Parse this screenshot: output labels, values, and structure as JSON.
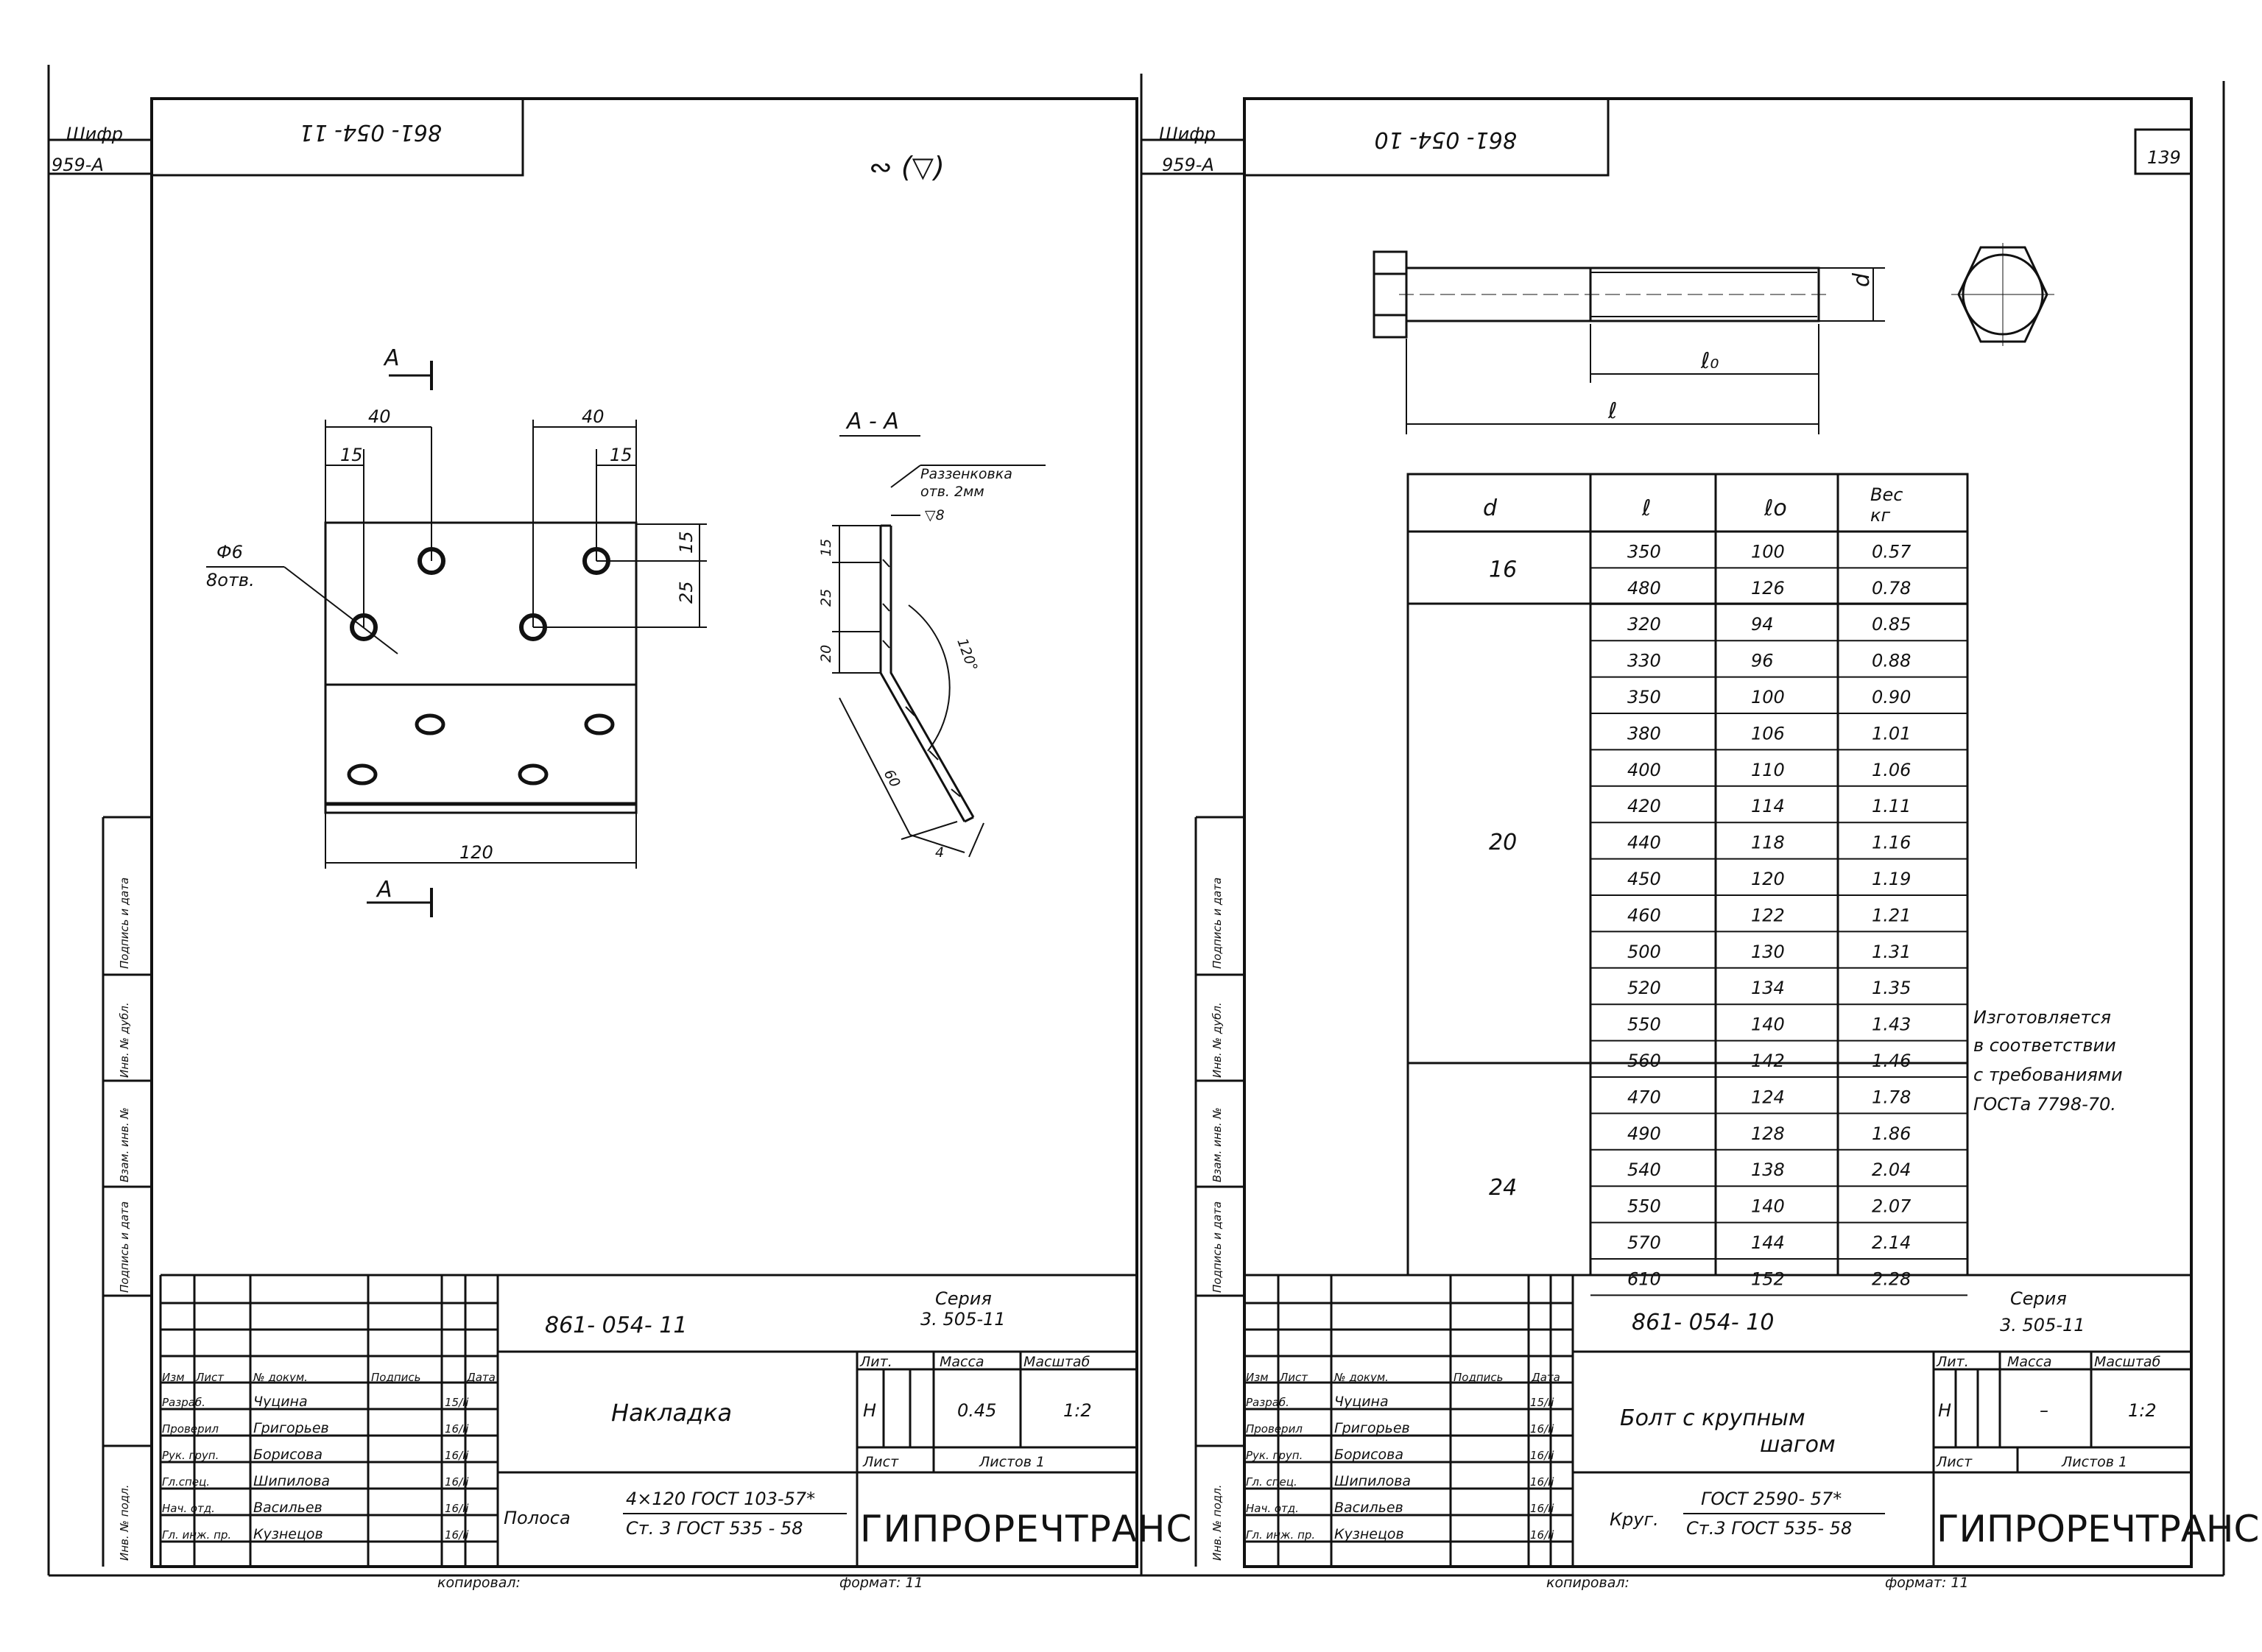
{
  "left_sheet": {
    "shifr_label": "Шифр",
    "shifr_code": "959-А",
    "drawing_number_rotated": "861- 054- 11",
    "surface_symbol": "∾  (▽)",
    "section_marker": "А",
    "section_title": "А - А",
    "countersink_note": "Раззенковка",
    "countersink_note2": "отв. 2мм",
    "hole_label": "Ф6",
    "hole_count": "8отв.",
    "dims": {
      "d40a": "40",
      "d40b": "40",
      "d15a": "15",
      "d15b": "15",
      "d15v": "15",
      "d25v": "25",
      "d120": "120",
      "s15": "15",
      "s25": "25",
      "s20": "20",
      "s60": "60",
      "s4": "4",
      "angle": "120°",
      "rough": "▽8"
    },
    "title_block": {
      "drawing_number": "861- 054- 11",
      "series_label": "Серия",
      "series_value": "3. 505-11",
      "name": "Накладка",
      "headers": [
        "Изм",
        "Лист",
        "№ докум.",
        "Подпись",
        "Дата"
      ],
      "rows": [
        {
          "role": "Разраб.",
          "name": "Чуцина",
          "date": "15/ii"
        },
        {
          "role": "Проверил",
          "name": "Григорьев",
          "date": "16/ii"
        },
        {
          "role": "Рук. груп.",
          "name": "Борисова",
          "date": "16/ii"
        },
        {
          "role": "Гл.спец.",
          "name": "Шипилова",
          "date": "16/ii"
        },
        {
          "role": "Нач. отд.",
          "name": "Васильев",
          "date": "16/ii"
        },
        {
          "role": "Гл. инж. пр.",
          "name": "Кузнецов",
          "date": "16/ii"
        }
      ],
      "lit_label": "Лит.",
      "lit_value": "Н",
      "mass_label": "Масса",
      "mass_value": "0.45",
      "scale_label": "Масштаб",
      "scale_value": "1:2",
      "sheet_label": "Лист",
      "sheets_label": "Листов 1",
      "material_prefix": "Полоса",
      "material_top": "4×120  ГОСТ 103-57*",
      "material_bottom": "Ст. 3  ГОСТ 535 - 58",
      "organization": "ГИПРОРЕЧТРАНС",
      "copied_label": "копировал:",
      "format_label": "формат: 11"
    },
    "side_stamps": [
      "Подпись и дата",
      "Инв. № дубл.",
      "Взам. инв. №",
      "Подпись и дата",
      "Инв. № подл."
    ]
  },
  "right_sheet": {
    "shifr_label": "Шифр",
    "shifr_code": "959-А",
    "drawing_number_rotated": "861- 054- 10",
    "page_number": "139",
    "bolt_labels": {
      "d": "d",
      "l0": "ℓ₀",
      "l": "ℓ"
    },
    "table": {
      "headers": [
        "d",
        "ℓ",
        "ℓо",
        "Вес кг"
      ],
      "groups": [
        {
          "d": "16",
          "rows": [
            [
              "350",
              "100",
              "0.57"
            ],
            [
              "480",
              "126",
              "0.78"
            ]
          ]
        },
        {
          "d": "20",
          "rows": [
            [
              "320",
              "94",
              "0.85"
            ],
            [
              "330",
              "96",
              "0.88"
            ],
            [
              "350",
              "100",
              "0.90"
            ],
            [
              "380",
              "106",
              "1.01"
            ],
            [
              "400",
              "110",
              "1.06"
            ],
            [
              "420",
              "114",
              "1.11"
            ],
            [
              "440",
              "118",
              "1.16"
            ],
            [
              "450",
              "120",
              "1.19"
            ],
            [
              "460",
              "122",
              "1.21"
            ],
            [
              "500",
              "130",
              "1.31"
            ],
            [
              "520",
              "134",
              "1.35"
            ],
            [
              "550",
              "140",
              "1.43"
            ],
            [
              "560",
              "142",
              "1.46"
            ]
          ]
        },
        {
          "d": "24",
          "rows": [
            [
              "470",
              "124",
              "1.78"
            ],
            [
              "490",
              "128",
              "1.86"
            ],
            [
              "540",
              "138",
              "2.04"
            ],
            [
              "550",
              "140",
              "2.07"
            ],
            [
              "570",
              "144",
              "2.14"
            ],
            [
              "610",
              "152",
              "2.28"
            ]
          ]
        }
      ]
    },
    "note_lines": [
      "Изготовляется",
      "в соответствии",
      "с требованиями",
      "ГОСТа 7798-70."
    ],
    "title_block": {
      "drawing_number": "861- 054- 10",
      "series_label": "Серия",
      "series_value": "3. 505-11",
      "name_line1": "Болт   с крупным",
      "name_line2": "шагом",
      "headers": [
        "Изм",
        "Лист",
        "№ докум.",
        "Подпись",
        "Дата"
      ],
      "rows": [
        {
          "role": "Разраб.",
          "name": "Чуцина",
          "date": "15/ii"
        },
        {
          "role": "Проверил",
          "name": "Григорьев",
          "date": "16/ii"
        },
        {
          "role": "Рук. груп.",
          "name": "Борисова",
          "date": "16/ii"
        },
        {
          "role": "Гл. спец.",
          "name": "Шипилова",
          "date": "16/ii"
        },
        {
          "role": "Нач. отд.",
          "name": "Васильев",
          "date": "16/ii"
        },
        {
          "role": "Гл. инж. пр.",
          "name": "Кузнецов",
          "date": "16/ii"
        }
      ],
      "lit_label": "Лит.",
      "lit_value": "Н",
      "mass_label": "Масса",
      "mass_value": "–",
      "scale_label": "Масштаб",
      "scale_value": "1:2",
      "sheet_label": "Лист",
      "sheets_label": "Листов 1",
      "material_prefix": "Круг.",
      "material_top": "ГОСТ 2590- 57*",
      "material_bottom": "Ст.3  ГОСТ  535- 58",
      "organization": "ГИПРОРЕЧТРАНС",
      "copied_label": "копировал:",
      "format_label": "формат: 11"
    },
    "side_stamps": [
      "Подпись и дата",
      "Инв. № дубл.",
      "Взам. инв. №",
      "Подпись и дата",
      "Инв. № подл."
    ]
  }
}
